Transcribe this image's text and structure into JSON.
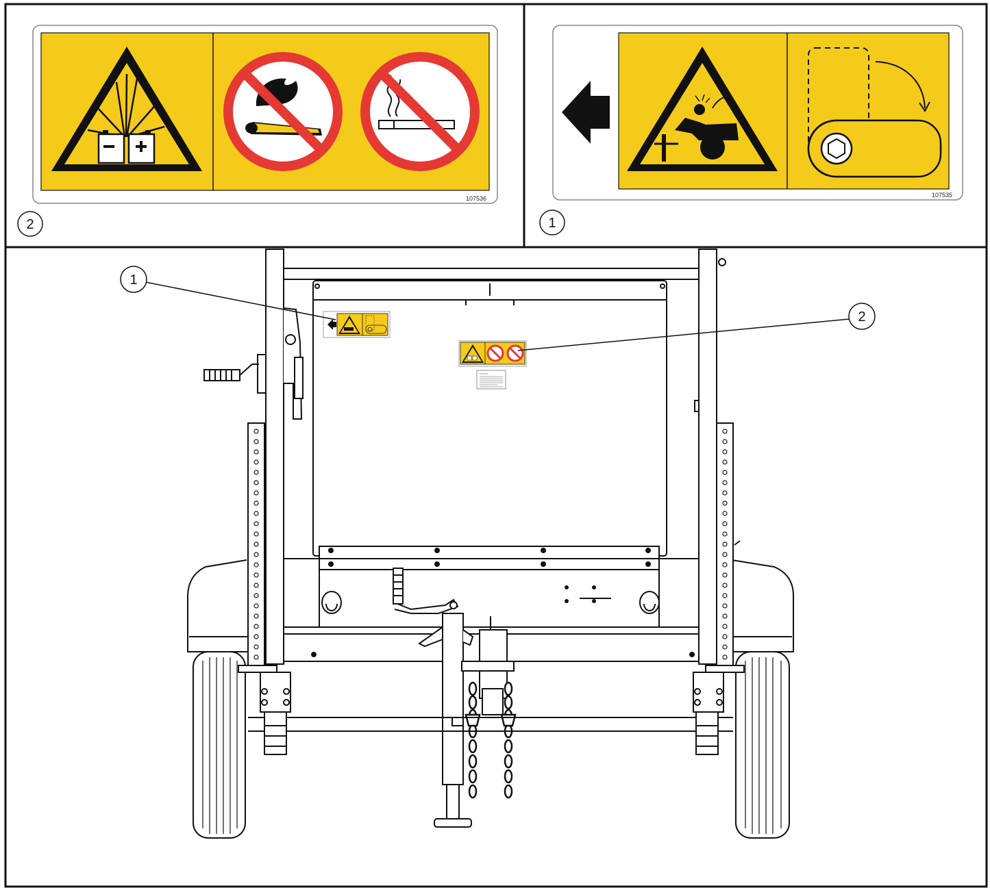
{
  "decals": [
    {
      "callout": "2",
      "part_number": "107536",
      "meaning": [
        "battery-explosion-warning",
        "no-open-flame",
        "no-smoking"
      ]
    },
    {
      "callout": "1",
      "part_number": "107535",
      "meaning": [
        "direction-arrow-left",
        "crush-hazard-warning",
        "rotate-latch-handle"
      ]
    }
  ],
  "main_callouts": [
    {
      "number": "1"
    },
    {
      "number": "2"
    }
  ],
  "colors": {
    "decal_yellow": "#F5CB1B",
    "prohibition_red": "#E43A33",
    "line": "#111111"
  }
}
